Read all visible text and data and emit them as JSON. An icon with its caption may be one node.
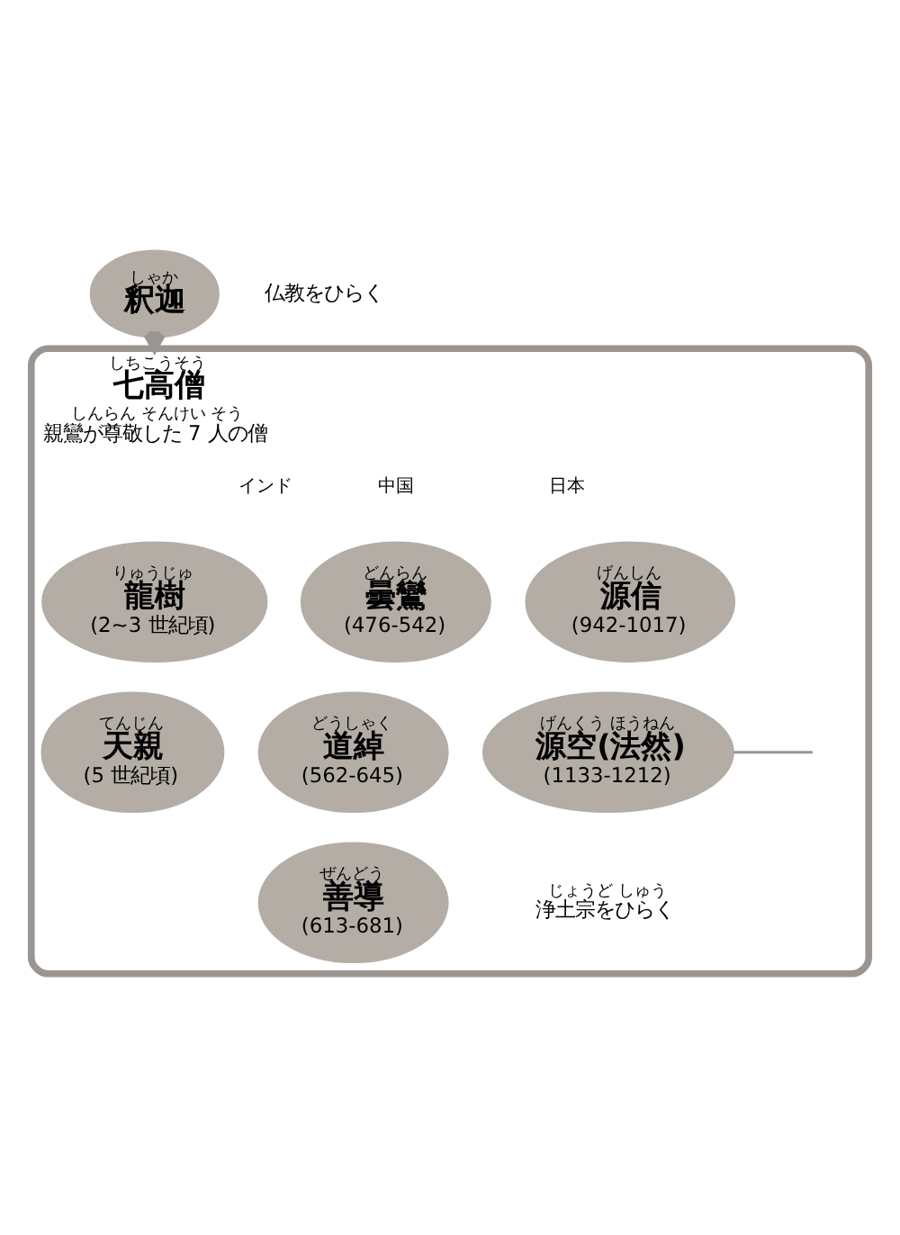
{
  "diagram": {
    "nodes": [
      {
        "text": [
          "しゃか",
          "釈迦"
        ],
        "beside": [
          "仏教をひらく"
        ]
      },
      {
        "text": [
          "しちこうそう",
          "七高僧",
          "しんらん そんけい そう",
          "親鸞が尊敬した 7 人の僧"
        ]
      },
      {
        "text": [
          "りゅうじゅ",
          "龍樹",
          "(2~3 世紀頃)"
        ],
        "in": 1
      },
      {
        "text": [
          "てんじん",
          "天親",
          "(5 世紀頃)"
        ],
        "in": 1
      },
      {
        "text": [
          "どんらん",
          "曇鸞",
          "(476-542)"
        ],
        "in": 1
      },
      {
        "text": [
          "どうしゃく",
          "道綽",
          "(562-645)"
        ],
        "in": 1
      },
      {
        "text": [
          "ぜんどう",
          "善導",
          "(613-681)"
        ],
        "in": 1
      },
      {
        "text": [
          "げんしん",
          "源信",
          "(942-1017)"
        ],
        "in": 1
      },
      {
        "text": [
          "げんくう ほうねん",
          "源空(法然)",
          "(1133-1212)"
        ],
        "in": 1,
        "beside": [
          "じょうど しゅう",
          "浄土宗をひらく"
        ]
      }
    ],
    "edges": [
      {
        "from": 0,
        "to": 1,
        "arrow": "to",
        "style": "dashed"
      },
      {
        "from": 8,
        "to": null,
        "arrow": "none"
      }
    ],
    "labels": [
      "インド",
      "中国",
      "日本"
    ]
  }
}
